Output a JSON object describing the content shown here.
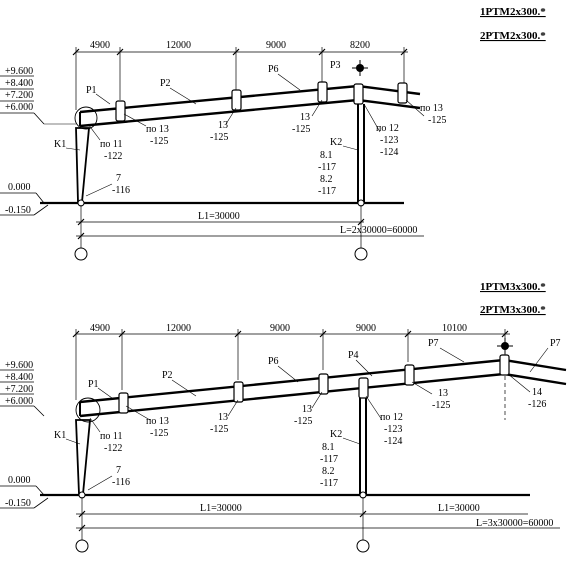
{
  "frame_top": {
    "titles": [
      "1PTM2x300.*",
      "2PTM2x300.*"
    ],
    "spans": [
      "4900",
      "12000",
      "9000",
      "8200"
    ],
    "levels": [
      "+9.600",
      "+8.400",
      "+7.200",
      "+6.000"
    ],
    "ground": [
      "0.000",
      "-0.150"
    ],
    "members": [
      "P1",
      "P2",
      "P6",
      "P3",
      "K1",
      "K2"
    ],
    "nodes": [
      {
        "a": "по 11",
        "b": "-122"
      },
      {
        "a": "по 13",
        "b": "-125"
      },
      {
        "a": "13",
        "b": "-125"
      },
      {
        "a": "13",
        "b": "-125"
      },
      {
        "a": "по 12",
        "b": "-123",
        "c": "-124"
      },
      {
        "a": "по 13",
        "b": "-125"
      }
    ],
    "base_node": {
      "a": "7",
      "b": "-116"
    },
    "k2_node": {
      "a": "8.1",
      "b": "-117",
      "c": "8.2",
      "d": "-117"
    },
    "span_label": "L1=30000",
    "total_label": "L=2x30000=60000"
  },
  "frame_bottom": {
    "titles": [
      "1PTM3x300.*",
      "2PTM3x300.*"
    ],
    "spans": [
      "4900",
      "12000",
      "9000",
      "9000",
      "10100"
    ],
    "levels": [
      "+9.600",
      "+8.400",
      "+7.200",
      "+6.000"
    ],
    "ground": [
      "0.000",
      "-0.150"
    ],
    "members": [
      "P1",
      "P2",
      "P6",
      "P4",
      "P7",
      "P7",
      "K1",
      "K2"
    ],
    "nodes": [
      {
        "a": "по 11",
        "b": "-122"
      },
      {
        "a": "по 13",
        "b": "-125"
      },
      {
        "a": "13",
        "b": "-125"
      },
      {
        "a": "13",
        "b": "-125"
      },
      {
        "a": "по 12",
        "b": "-123",
        "c": "-124"
      },
      {
        "a": "13",
        "b": "-125"
      },
      {
        "a": "14",
        "b": "-126"
      }
    ],
    "base_node": {
      "a": "7",
      "b": "-116"
    },
    "k2_node": {
      "a": "8.1",
      "b": "-117",
      "c": "8.2",
      "d": "-117"
    },
    "span_labels": [
      "L1=30000",
      "L1=30000"
    ],
    "total_label": "L=3x30000=60000"
  }
}
